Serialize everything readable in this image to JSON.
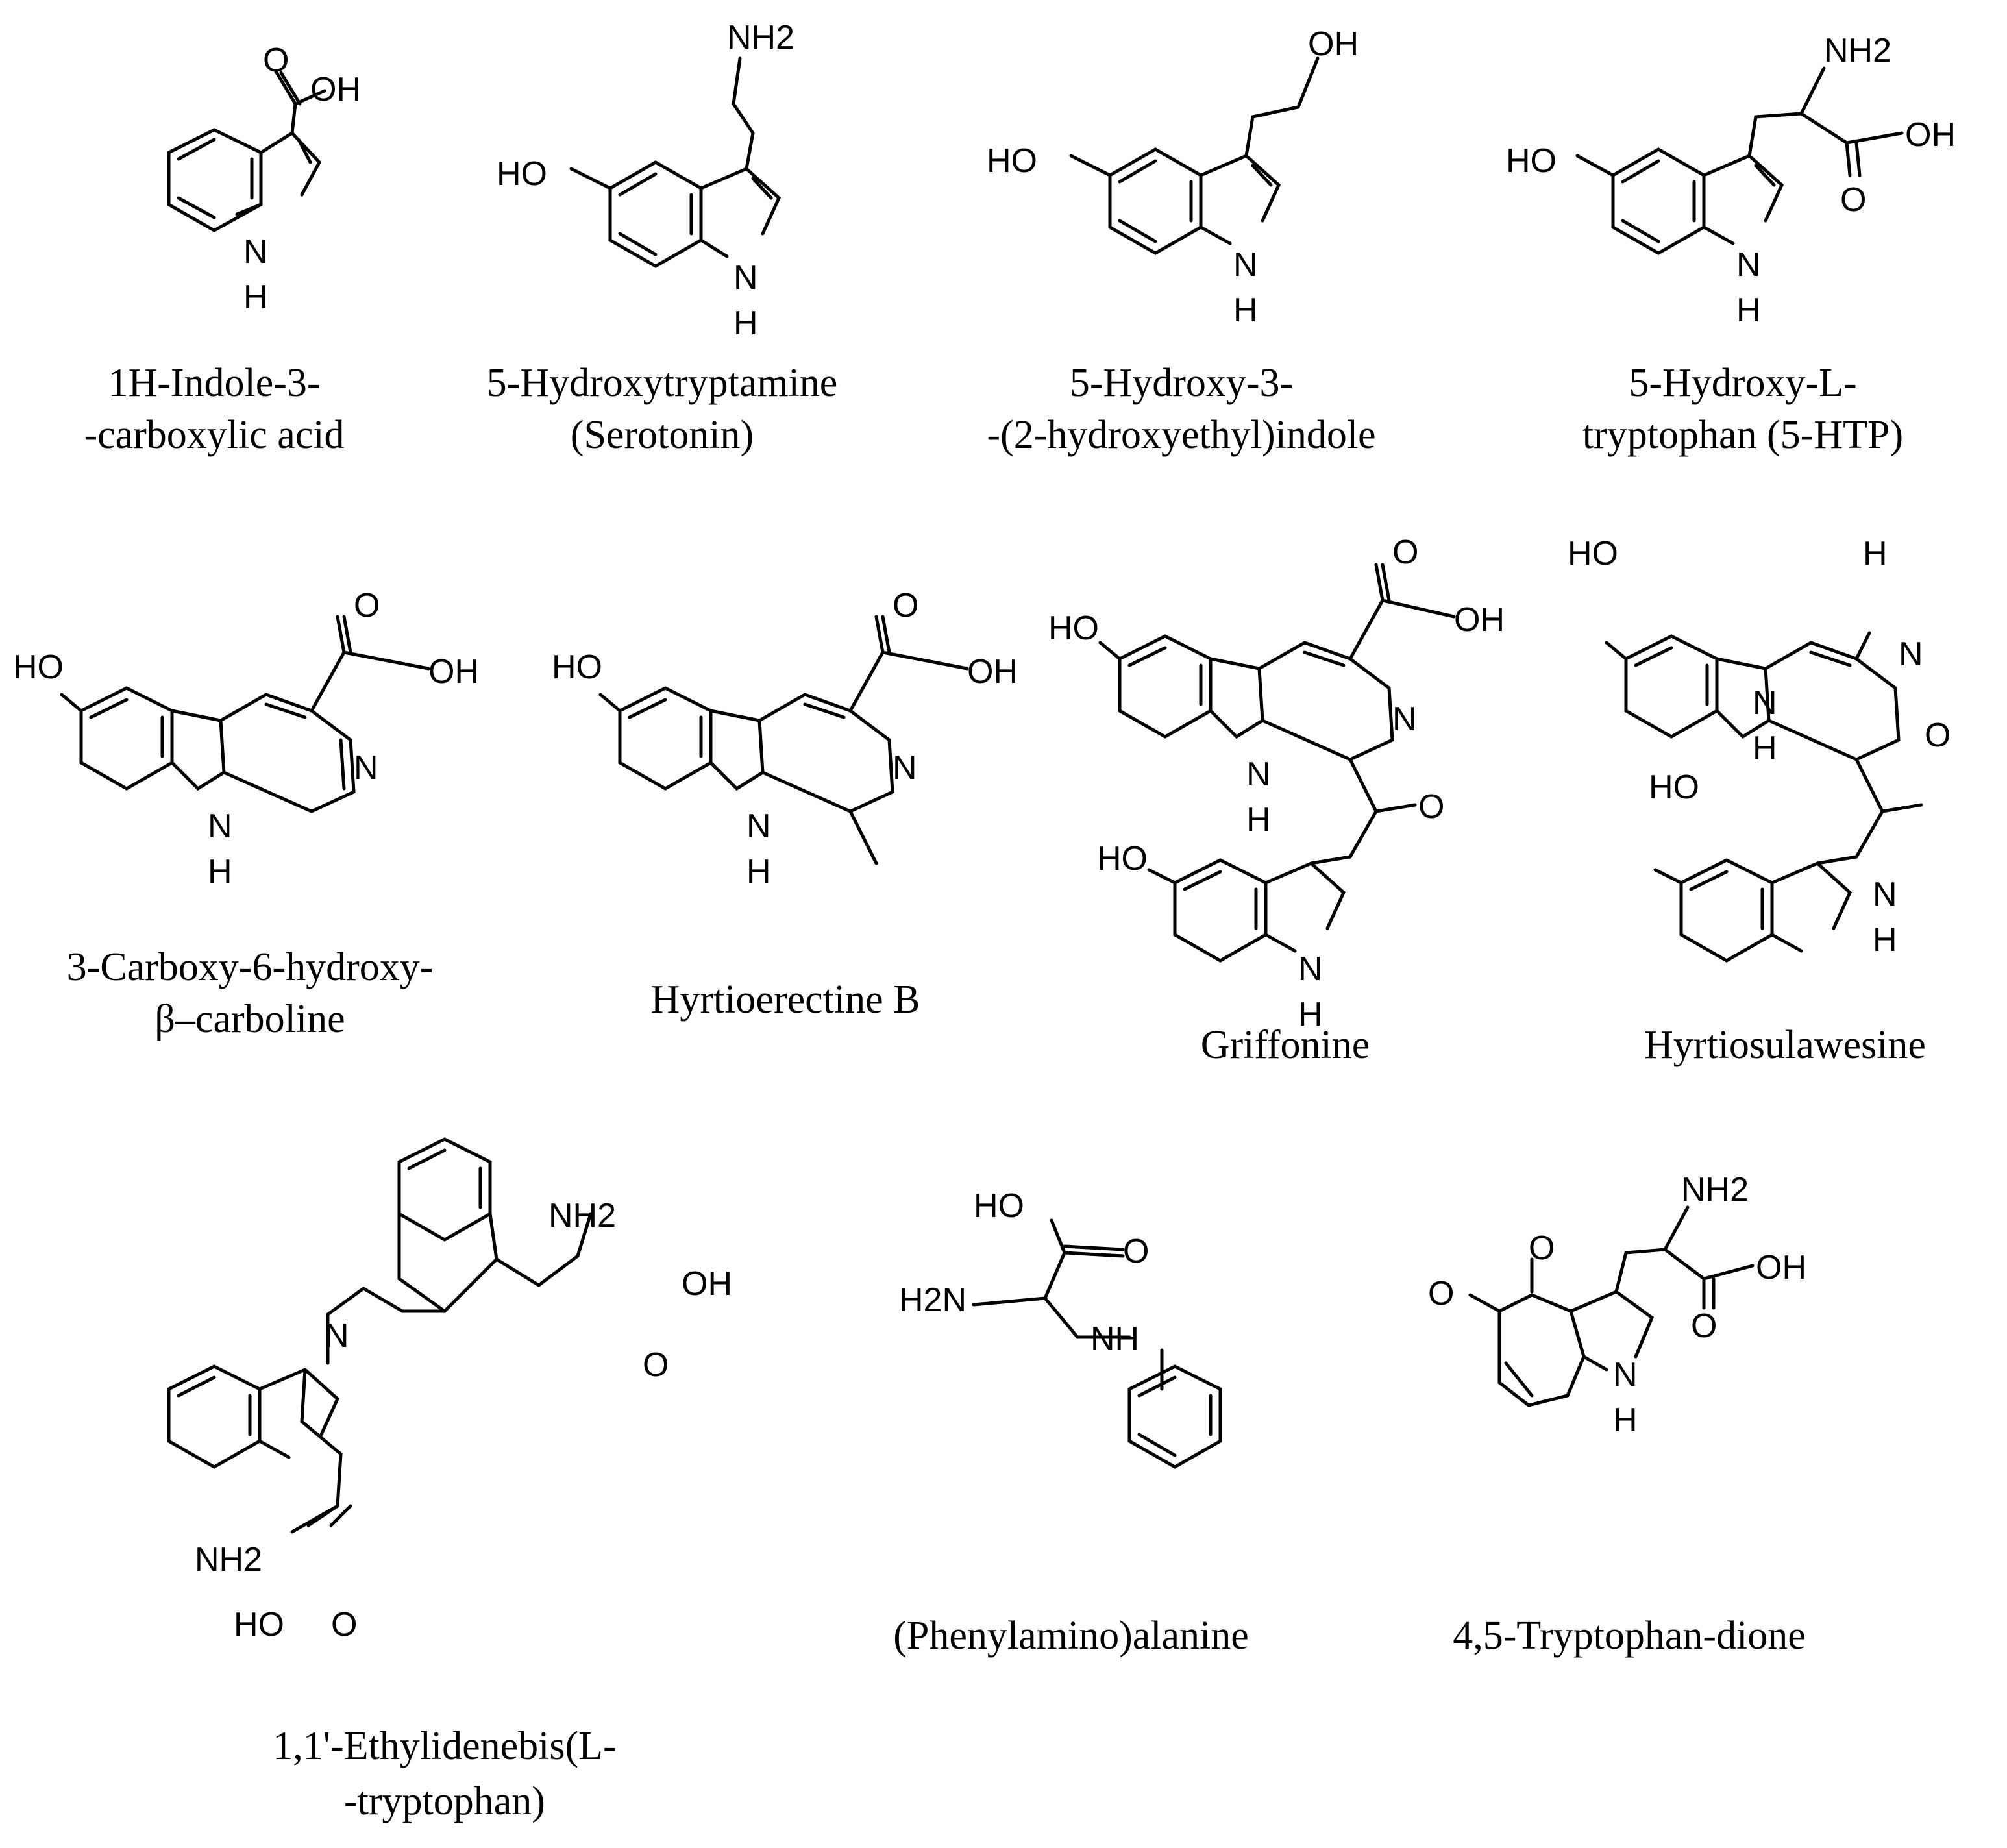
{
  "compounds": [
    {
      "name_line1": "1H-Indole-3-",
      "name_line2": "-carboxylic acid"
    },
    {
      "name_line1": "5-Hydroxytryptamine",
      "name_line2": "(Serotonin)"
    },
    {
      "name_line1": "5-Hydroxy-3-",
      "name_line2": "-(2-hydroxyethyl)indole"
    },
    {
      "name_line1": "5-Hydroxy-L-",
      "name_line2": "tryptophan (5-HTP)"
    },
    {
      "name_line1": "3-Carboxy-6-hydroxy-",
      "name_line2": "β–carboline"
    },
    {
      "name_line1": "Hyrtioerectine B",
      "name_line2": ""
    },
    {
      "name_line1": "Griffonine",
      "name_line2": ""
    },
    {
      "name_line1": "Hyrtiosulawesine",
      "name_line2": ""
    },
    {
      "name_line1": "1,1'-Ethylidenebis(L-",
      "name_line2": "-tryptophan)"
    },
    {
      "name_line1": "(Phenylamino)alanine",
      "name_line2": ""
    },
    {
      "name_line1": "4,5-Tryptophan-dione",
      "name_line2": ""
    }
  ],
  "atoms": {
    "oh": "OH",
    "ho": "HO",
    "o": "O",
    "n": "N",
    "h": "H",
    "nh": "NH",
    "nh2": "NH2",
    "h2n": "H2N"
  }
}
